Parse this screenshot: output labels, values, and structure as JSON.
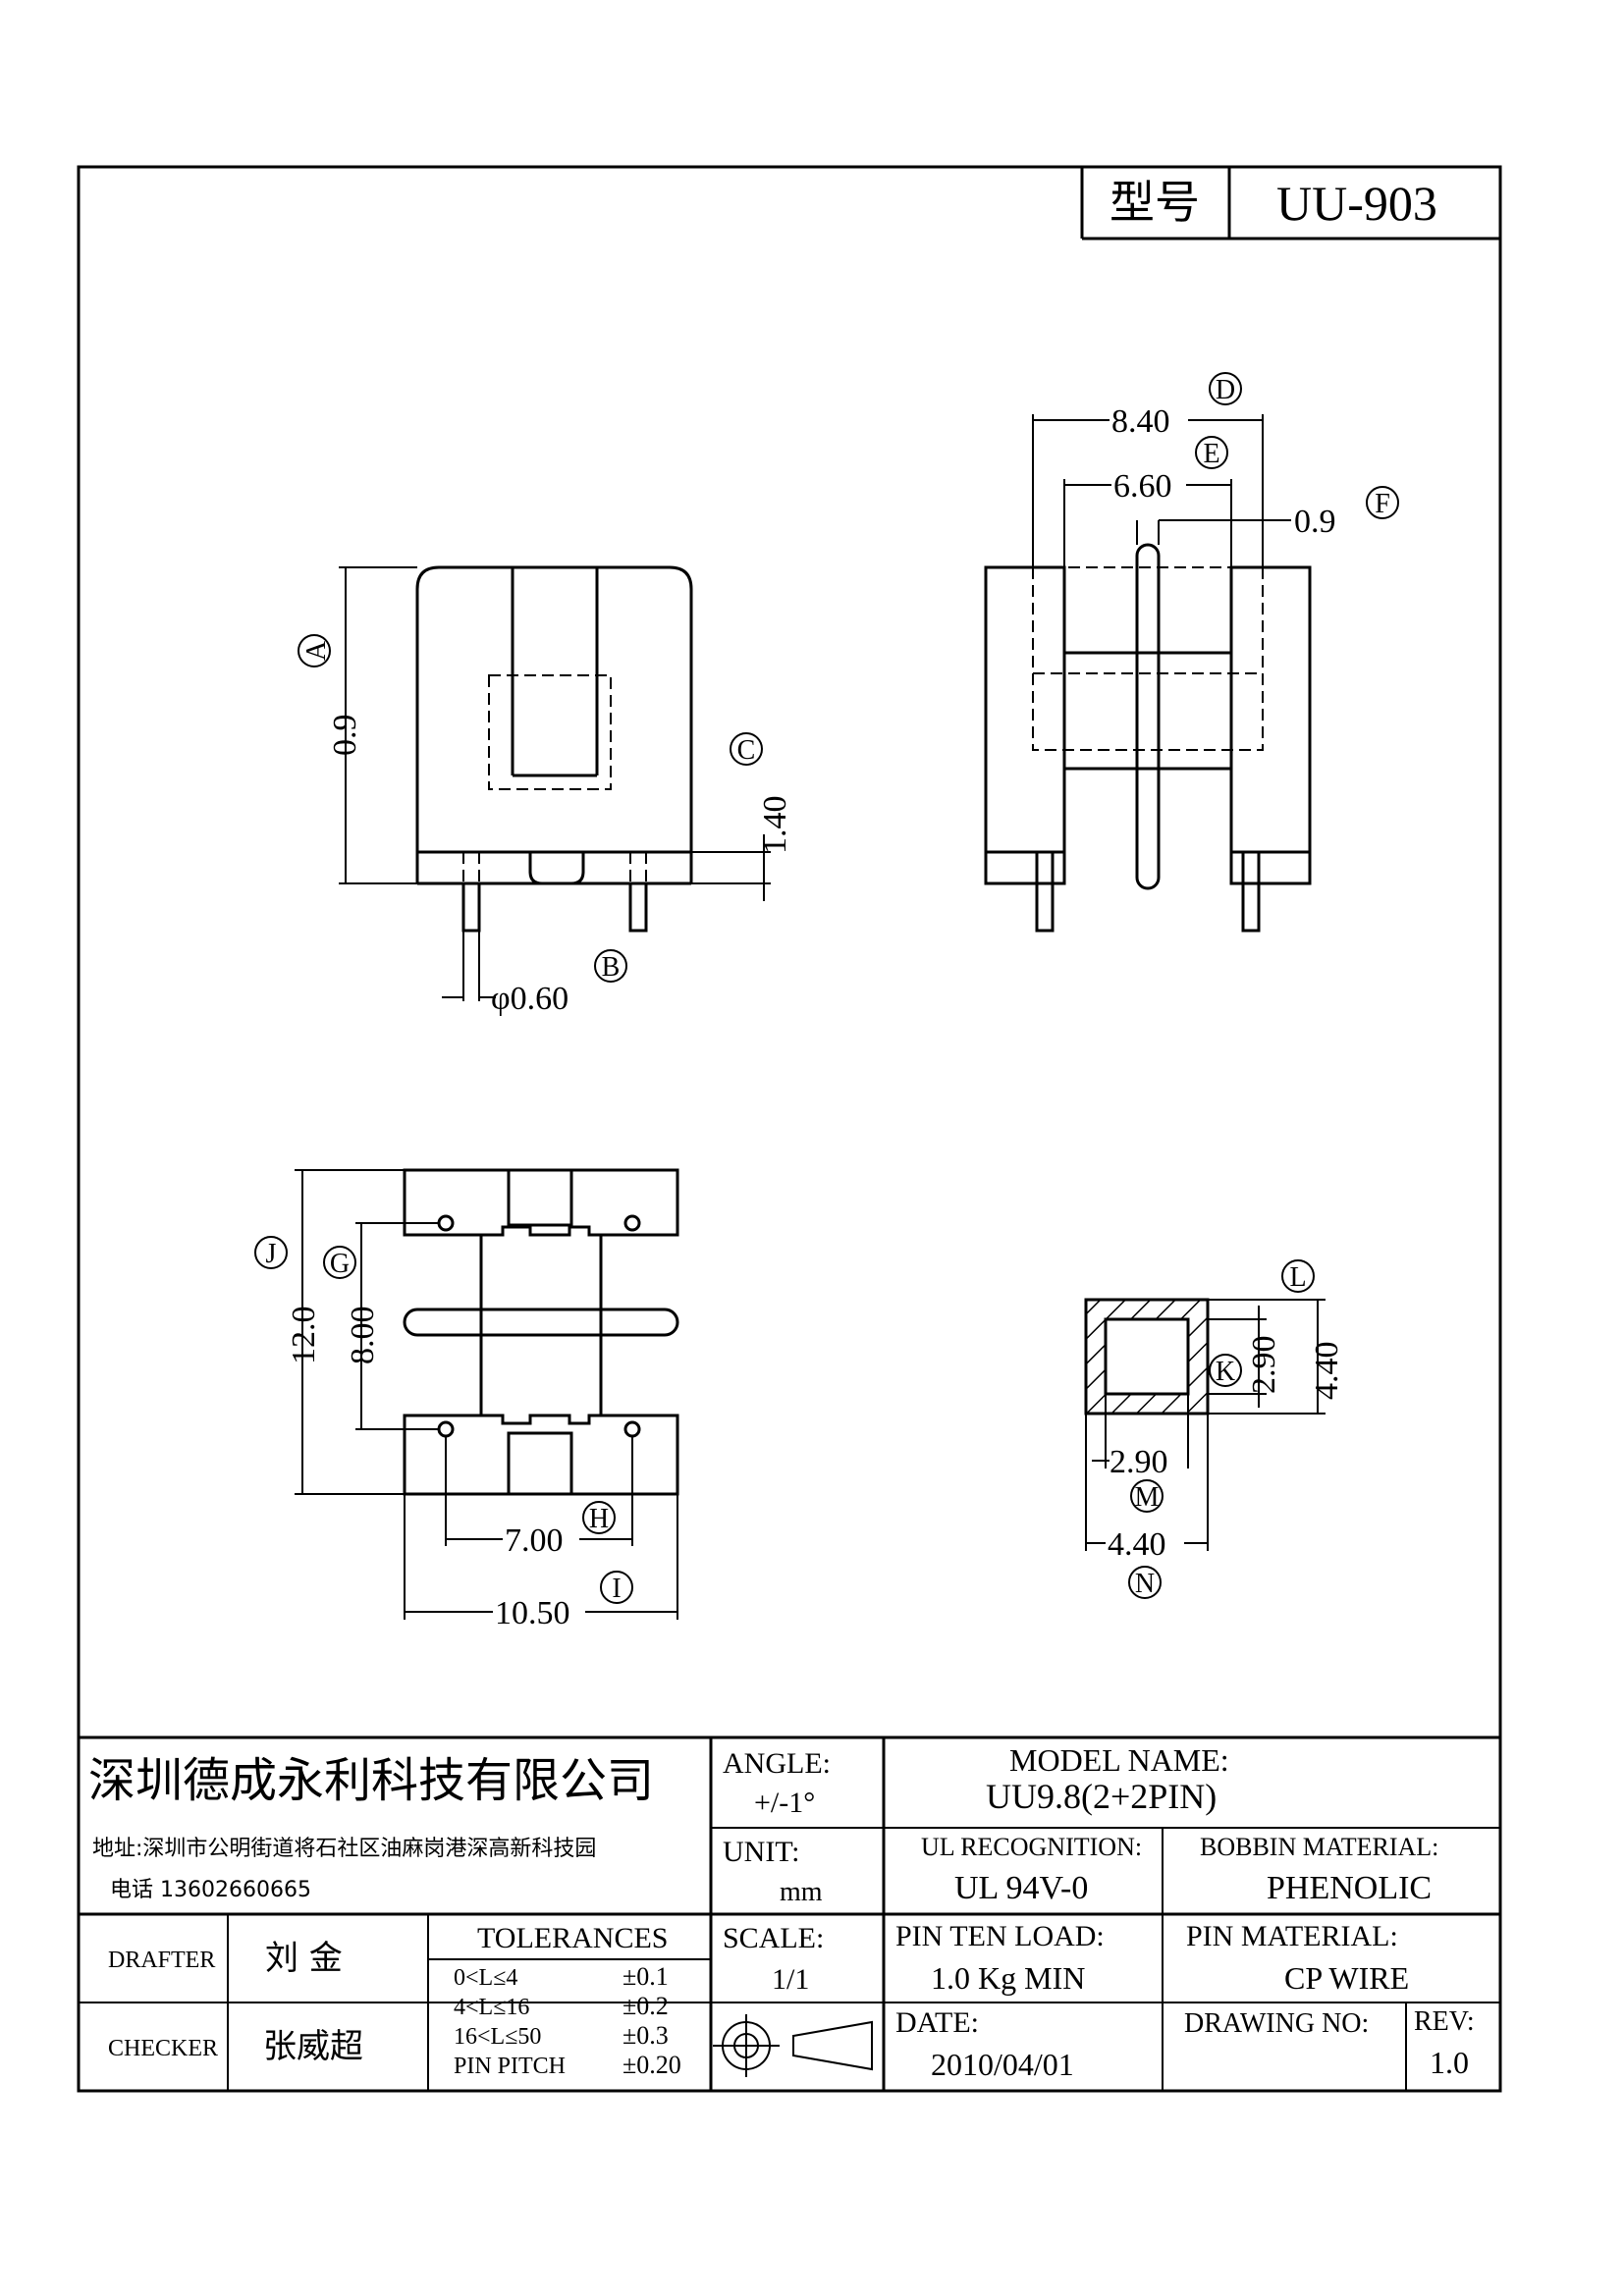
{
  "model_label": "型号",
  "model_value": "UU-903",
  "dimensions": {
    "A": {
      "tag": "A",
      "value": "0.9"
    },
    "B": {
      "tag": "B",
      "value": "φ0.60"
    },
    "C": {
      "tag": "C",
      "value": "1.40"
    },
    "D": {
      "tag": "D",
      "value": "8.40"
    },
    "E": {
      "tag": "E",
      "value": "6.60"
    },
    "F": {
      "tag": "F",
      "value": "0.9"
    },
    "G": {
      "tag": "G",
      "value": "8.00"
    },
    "H": {
      "tag": "H",
      "value": "7.00"
    },
    "I": {
      "tag": "I",
      "value": "10.50"
    },
    "J": {
      "tag": "J",
      "value": "12.0"
    },
    "K": {
      "tag": "K",
      "value": "2.90"
    },
    "L": {
      "tag": "L",
      "value": "4.40"
    },
    "M": {
      "tag": "M",
      "value": "2.90"
    },
    "N": {
      "tag": "N",
      "value": "4.40"
    }
  },
  "title_block": {
    "company": "深圳德成永利科技有限公司",
    "address": "地址:深圳市公明街道将石社区油麻岗港深高新科技园",
    "phone": "电话 13602660665",
    "angle_label": "ANGLE:",
    "angle_value": "+/-1°",
    "model_name_label": "MODEL NAME:",
    "model_name_value": "UU9.8(2+2PIN)",
    "unit_label": "UNIT:",
    "unit_value": "mm",
    "ul_label": "UL RECOGNITION:",
    "ul_value": "UL 94V-0",
    "bobbin_label": "BOBBIN MATERIAL:",
    "bobbin_value": "PHENOLIC",
    "drafter_label": "DRAFTER",
    "drafter_value": "刘  金",
    "checker_label": "CHECKER",
    "checker_value": "张威超",
    "tolerances_label": "TOLERANCES",
    "tolerances": [
      {
        "range": "0<L≤4",
        "value": "±0.1"
      },
      {
        "range": "4<L≤16",
        "value": "±0.2"
      },
      {
        "range": "16<L≤50",
        "value": "±0.3"
      },
      {
        "range": "PIN PITCH",
        "value": "±0.20"
      }
    ],
    "scale_label": "SCALE:",
    "scale_value": "1/1",
    "pin_load_label": "PIN TEN LOAD:",
    "pin_load_value": "1.0 Kg MIN",
    "pin_material_label": "PIN MATERIAL:",
    "pin_material_value": "CP WIRE",
    "date_label": "DATE:",
    "date_value": "2010/04/01",
    "drawing_no_label": "DRAWING NO:",
    "rev_label": "REV:",
    "rev_value": "1.0"
  }
}
